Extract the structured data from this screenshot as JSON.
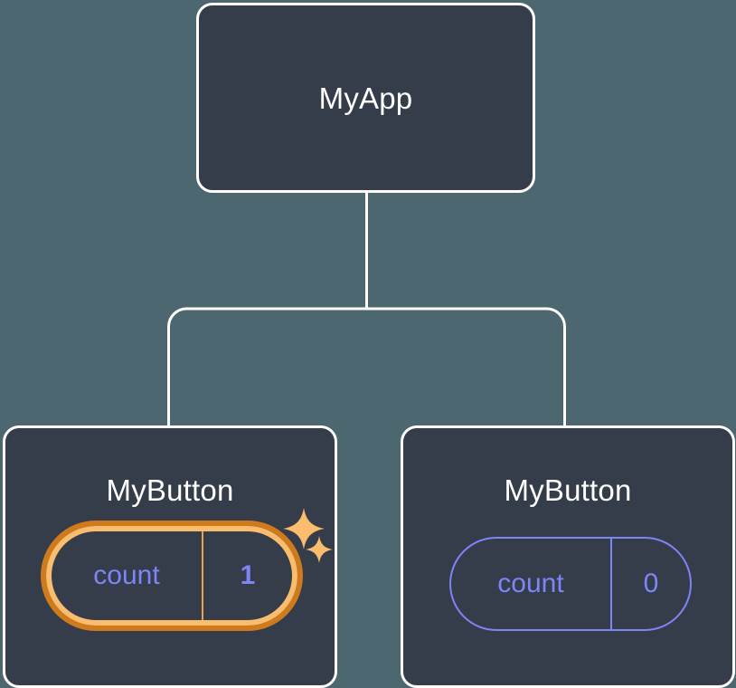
{
  "diagram": {
    "type": "component-tree",
    "background_color": "#4d6770",
    "node_fill_color": "#353c4a",
    "node_border_color": "#ffffff",
    "connector_color": "#ffffff",
    "state_text_color": "#7d85f7",
    "highlight_outer_color": "#cf7b1d",
    "highlight_inner_color": "#fabc6d",
    "sparkle_color": "#fabc6d",
    "nodes": [
      {
        "id": "myapp",
        "title": "MyApp",
        "state": null,
        "highlighted": false
      },
      {
        "id": "mybutton-left",
        "title": "MyButton",
        "state": {
          "label": "count",
          "value": "1"
        },
        "highlighted": true
      },
      {
        "id": "mybutton-right",
        "title": "MyButton",
        "state": {
          "label": "count",
          "value": "0"
        },
        "highlighted": false
      }
    ],
    "sparkles": [
      {
        "name": "sparkle-large"
      },
      {
        "name": "sparkle-small"
      }
    ]
  }
}
